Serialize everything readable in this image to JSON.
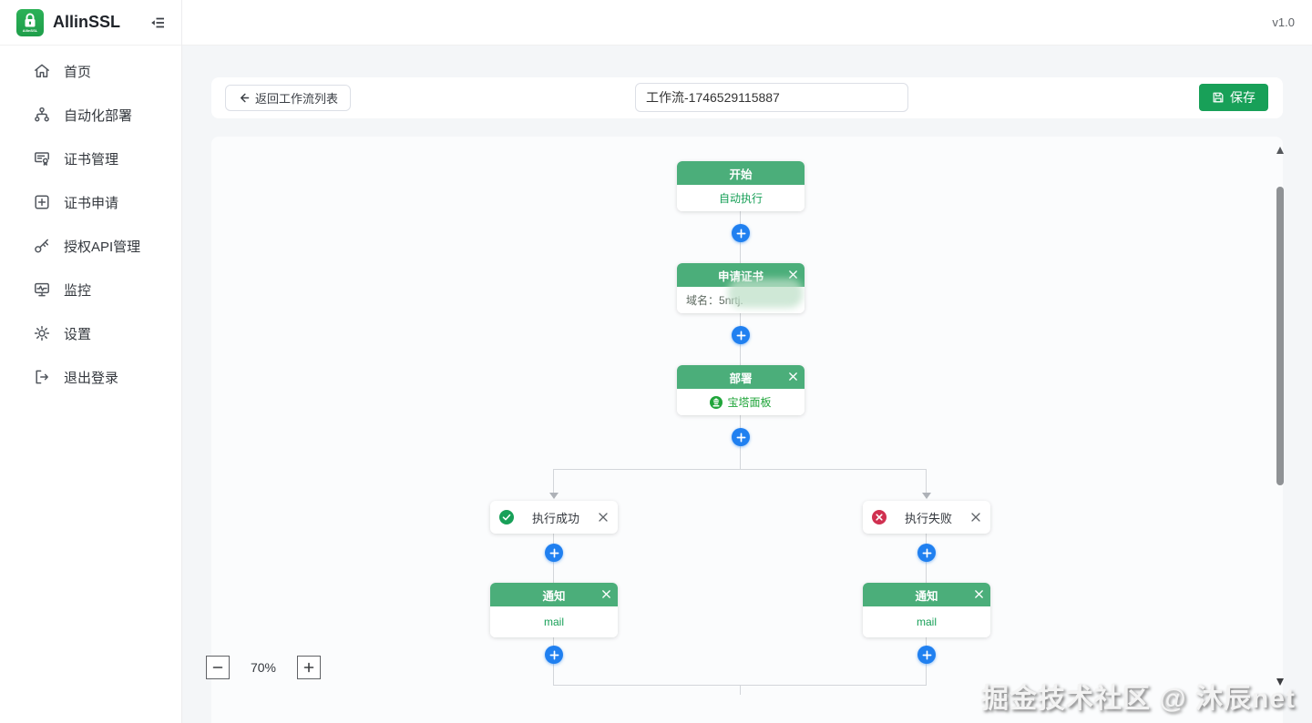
{
  "app": {
    "name": "AllinSSL",
    "version": "v1.0",
    "logo_icon": "lock-icon"
  },
  "sidebar": {
    "items": [
      {
        "label": "首页",
        "icon": "home-icon"
      },
      {
        "label": "自动化部署",
        "icon": "workflow-icon"
      },
      {
        "label": "证书管理",
        "icon": "certificate-icon"
      },
      {
        "label": "证书申请",
        "icon": "apply-cert-icon"
      },
      {
        "label": "授权API管理",
        "icon": "api-key-icon"
      },
      {
        "label": "监控",
        "icon": "monitor-icon"
      },
      {
        "label": "设置",
        "icon": "gear-icon"
      },
      {
        "label": "退出登录",
        "icon": "logout-icon"
      }
    ]
  },
  "toolbar": {
    "back_label": "返回工作流列表",
    "back_icon": "arrow-left-icon",
    "workflow_name": "工作流-1746529115887",
    "save_label": "保存",
    "save_icon": "save-icon"
  },
  "workflow": {
    "start": {
      "title": "开始",
      "subtitle": "自动执行"
    },
    "apply_cert": {
      "title": "申请证书",
      "field_label": "域名：",
      "field_value": "5nrtj.",
      "close_icon": "close-icon"
    },
    "deploy": {
      "title": "部署",
      "provider": "宝塔面板",
      "provider_icon": "baota-icon",
      "close_icon": "close-icon"
    },
    "branch_success": {
      "label": "执行成功",
      "status_icon": "success-check-icon"
    },
    "branch_fail": {
      "label": "执行失败",
      "status_icon": "error-cross-icon"
    },
    "notify_success": {
      "title": "通知",
      "channel": "mail"
    },
    "notify_fail": {
      "title": "通知",
      "channel": "mail"
    },
    "add_node_icon": "plus-icon"
  },
  "zoom_controls": {
    "level": "70%",
    "zoom_out_icon": "minus-icon",
    "zoom_in_icon": "plus-icon"
  },
  "watermark": "掘金技术社区 @ 沐辰net",
  "colors": {
    "primary_green": "#18a058",
    "node_header_green": "#4bae7a",
    "brand_green": "#23a34f",
    "plus_blue": "#2080f0",
    "error_red": "#d03050",
    "baota_green": "#20a53a"
  }
}
